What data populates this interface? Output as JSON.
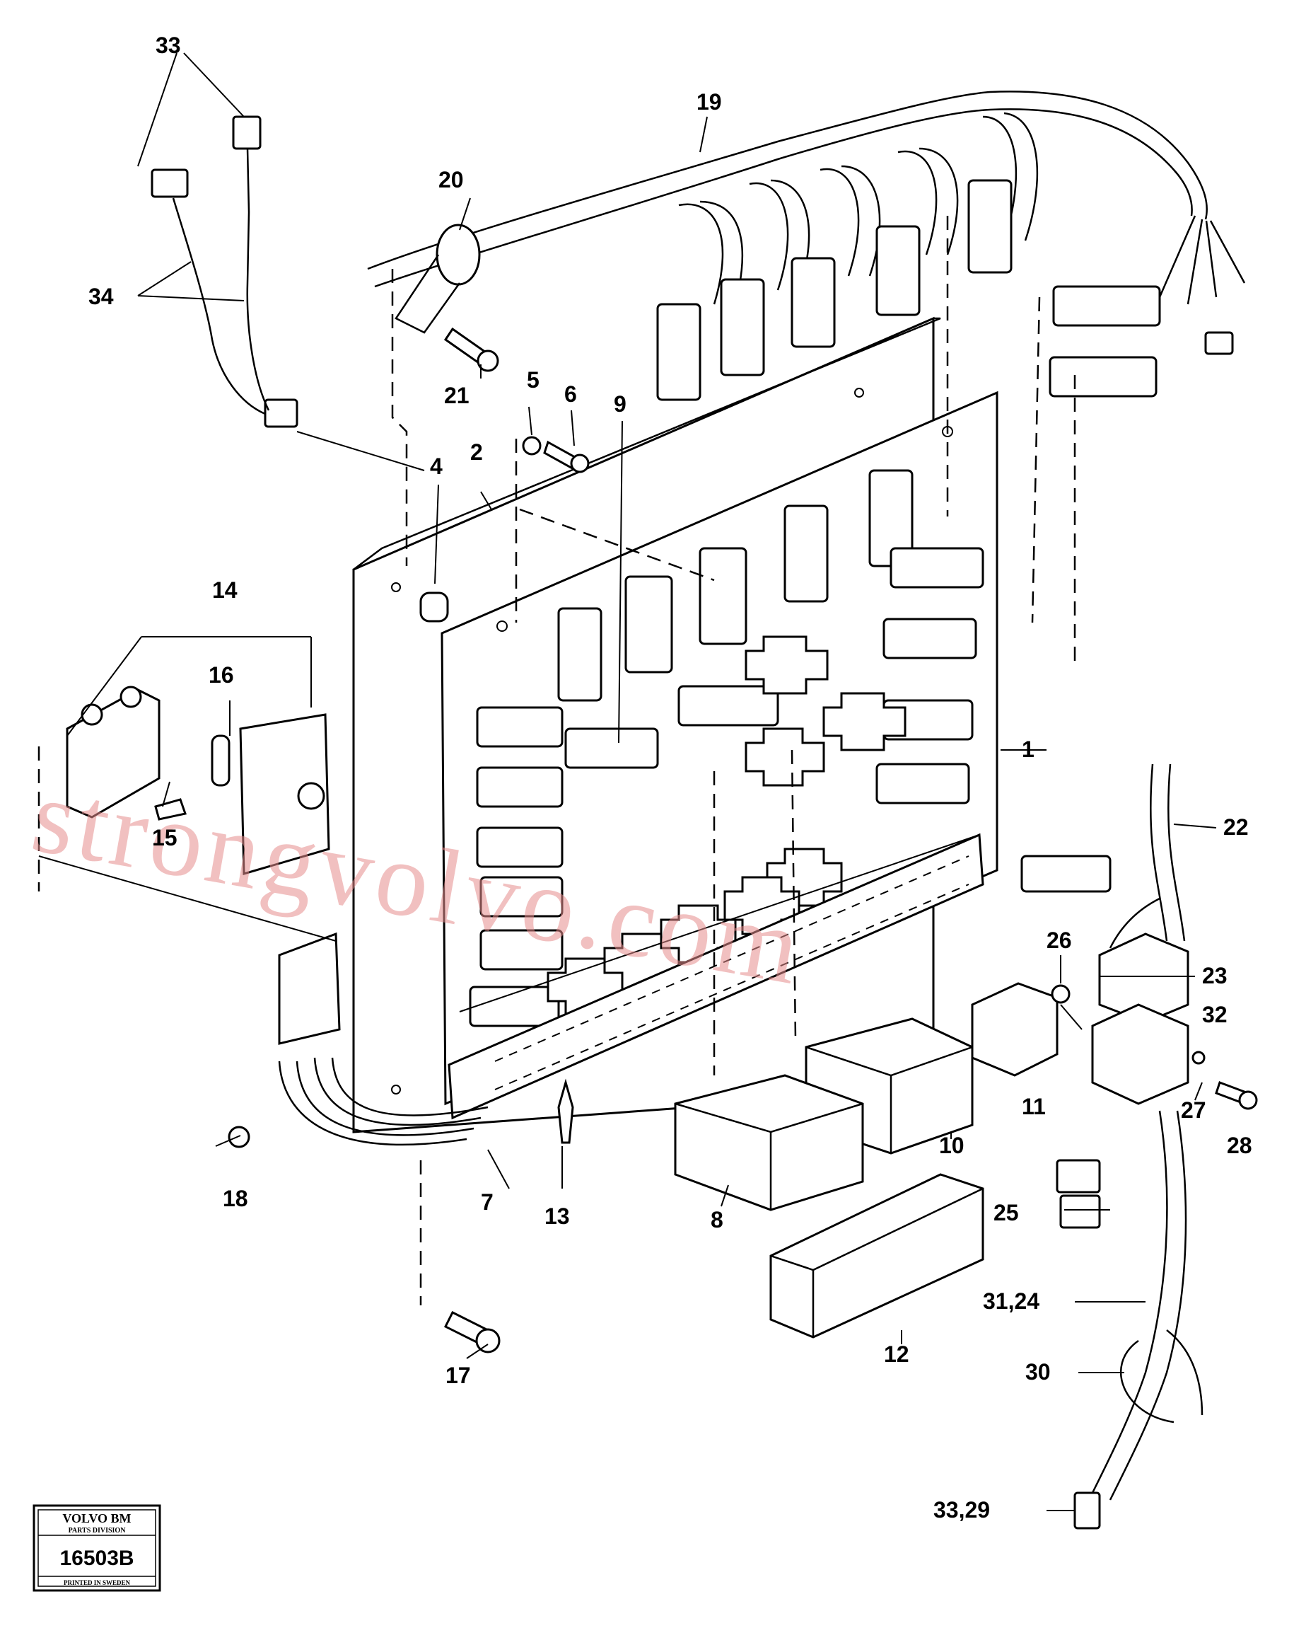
{
  "diagram": {
    "callouts": [
      "1",
      "2",
      "4",
      "5",
      "6",
      "7",
      "8",
      "9",
      "10",
      "11",
      "12",
      "13",
      "14",
      "15",
      "16",
      "17",
      "18",
      "19",
      "20",
      "21",
      "22",
      "23",
      "25",
      "26",
      "27",
      "28",
      "30",
      "31,24",
      "32",
      "33",
      "33,29",
      "34"
    ]
  },
  "watermark": {
    "text": "strongvolvo.com"
  },
  "stamp": {
    "brand": "VOLVO BM",
    "division": "PARTS DIVISION",
    "number": "16503B",
    "printed": "PRINTED IN SWEDEN"
  }
}
